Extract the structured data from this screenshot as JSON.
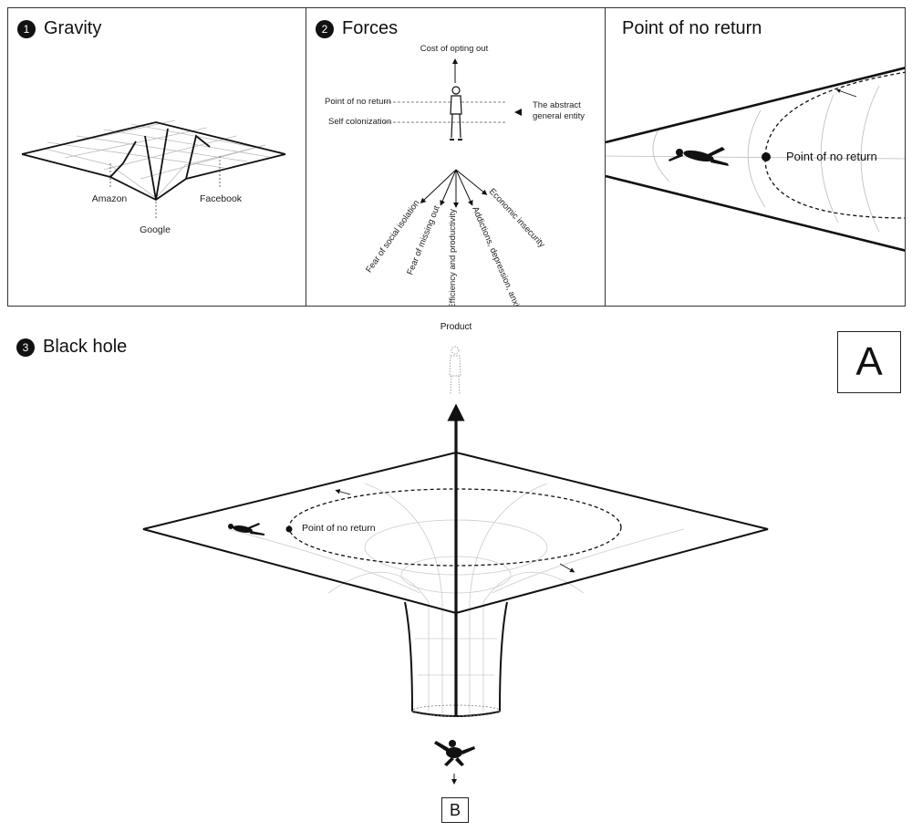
{
  "panel1": {
    "number": "1",
    "title": "Gravity",
    "labels": {
      "amazon": "Amazon",
      "facebook": "Facebook",
      "google": "Google"
    }
  },
  "panel2": {
    "number": "2",
    "title": "Forces",
    "top_label": "Cost of opting out",
    "point_of_no_return": "Point of no return",
    "self_colonization": "Self colonization",
    "entity_line1": "The abstract",
    "entity_line2": "general entity",
    "forces": [
      "Fear of social isolation",
      "Fear of missing out",
      "Efficiency and productivity",
      "Addictions, depression, anxiety",
      "Economic insecurity"
    ]
  },
  "panel3": {
    "title": "Point of no return",
    "point_label": "Point of no return"
  },
  "blackhole": {
    "number": "3",
    "title": "Black hole",
    "product_label": "Product",
    "point_label": "Point of no return",
    "label_a": "A",
    "label_b": "B"
  },
  "colors": {
    "ink": "#111111",
    "grid": "#bbbbbb",
    "frame": "#333333"
  }
}
